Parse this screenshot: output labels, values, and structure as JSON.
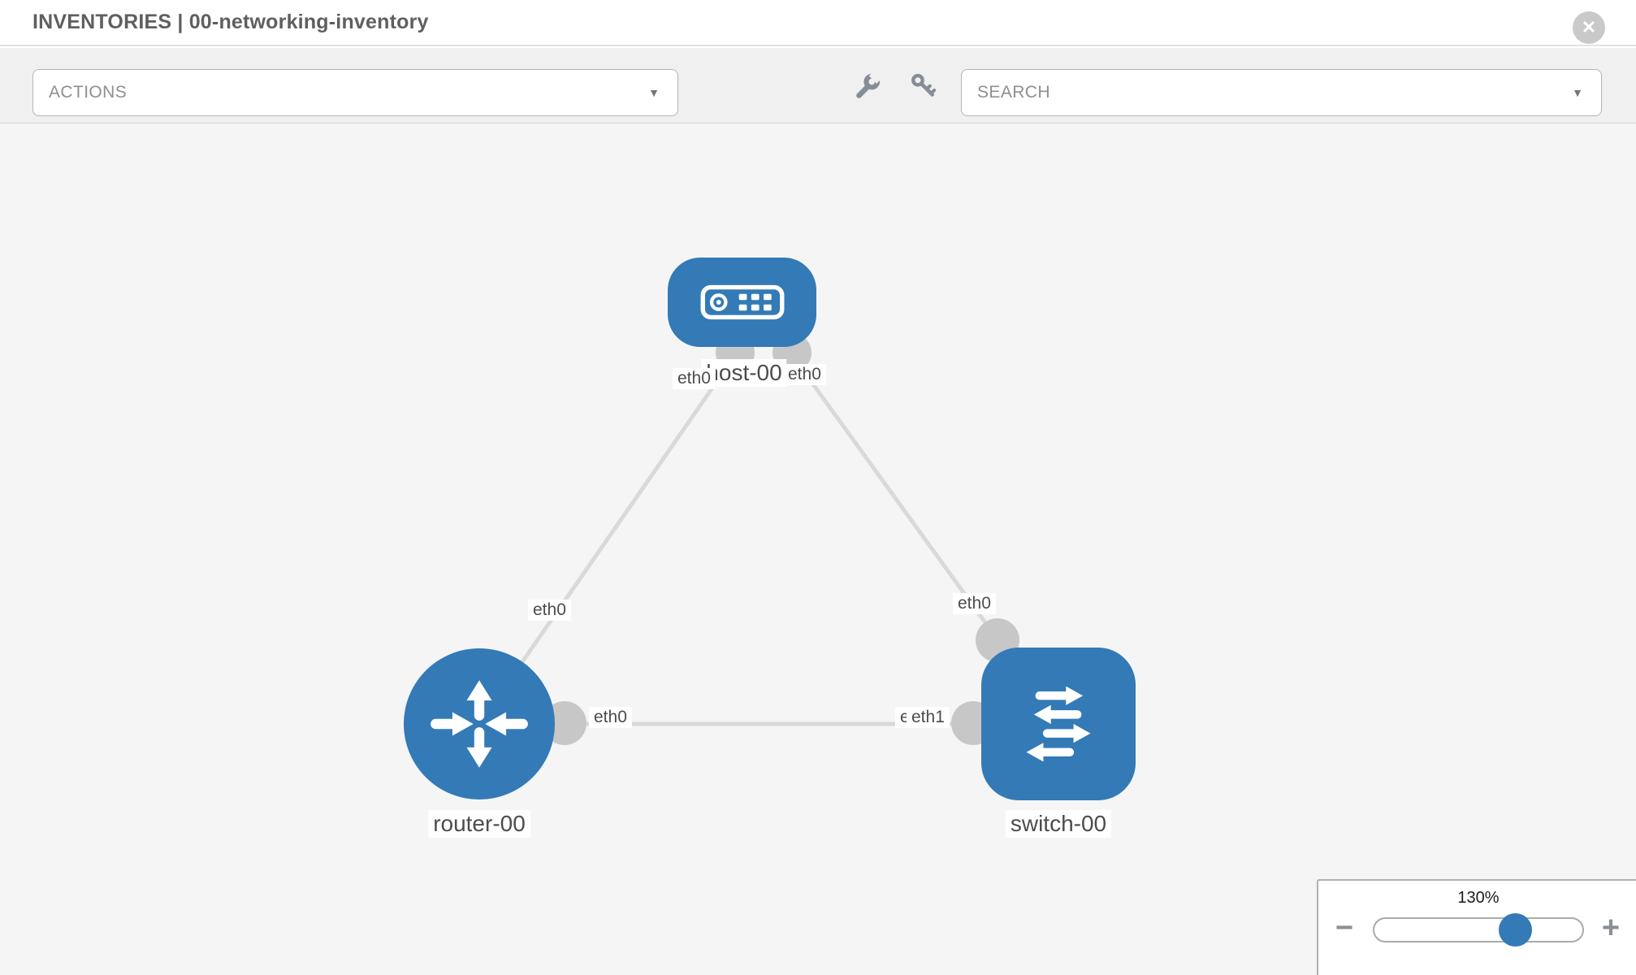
{
  "header": {
    "title": "INVENTORIES | 00-networking-inventory",
    "close_glyph": "✕"
  },
  "toolbar": {
    "actions_label": "ACTIONS",
    "search_label": "SEARCH",
    "caret_glyph": "▼",
    "icons": [
      "wrench-icon",
      "key-icon"
    ]
  },
  "canvas": {
    "nodes": [
      {
        "id": "host-00",
        "type": "host",
        "label": "host-00"
      },
      {
        "id": "router-00",
        "type": "router",
        "label": "router-00"
      },
      {
        "id": "switch-00",
        "type": "switch",
        "label": "switch-00"
      }
    ],
    "links": [
      {
        "from": "host-00",
        "to": "router-00",
        "from_label": "eth0",
        "to_label": "eth0"
      },
      {
        "from": "host-00",
        "to": "switch-00",
        "from_label": "eth0",
        "to_label": "eth0"
      },
      {
        "from": "router-00",
        "to": "switch-00",
        "from_label": "eth0",
        "to_label_overlap": [
          "eth1",
          "eth1"
        ],
        "to_label_displayed": "etleth1"
      }
    ]
  },
  "zoom_control": {
    "level": "130%",
    "minus_glyph": "−",
    "plus_glyph": "+"
  },
  "colors": {
    "node_blue": "#337ab7",
    "link_gray": "#d9d9d9",
    "connector_gray": "#c7c7c7",
    "canvas_bg": "#f5f5f5",
    "toolbar_bg": "#f0f0f0"
  }
}
